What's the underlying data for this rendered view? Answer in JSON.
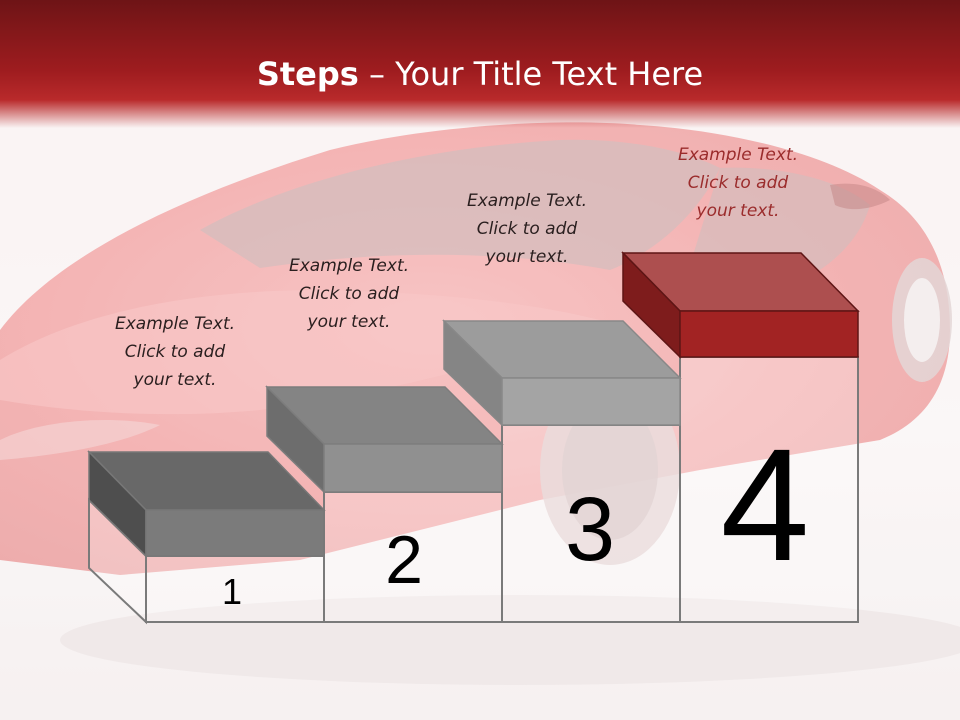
{
  "title": {
    "bold": "Steps",
    "rest": " – Your Title Text Here"
  },
  "steps": [
    {
      "number": "1",
      "caption": [
        "Example Text.",
        "Click  to add",
        "your text."
      ]
    },
    {
      "number": "2",
      "caption": [
        "Example Text.",
        "Click  to add",
        "your text."
      ]
    },
    {
      "number": "3",
      "caption": [
        "Example Text.",
        "Click  to add",
        "your text."
      ]
    },
    {
      "number": "4",
      "caption": [
        "Example Text.",
        "Click  to add",
        "your text."
      ]
    }
  ],
  "colors": {
    "title_bar": "#9e1c1f",
    "step_gray_dark": "#5c5c5c",
    "step_gray": "#8a8a8a",
    "step_gray_light": "#a4a4a4",
    "step_highlight": "#a32a2a",
    "highlight_caption": "#9b2c2c"
  }
}
